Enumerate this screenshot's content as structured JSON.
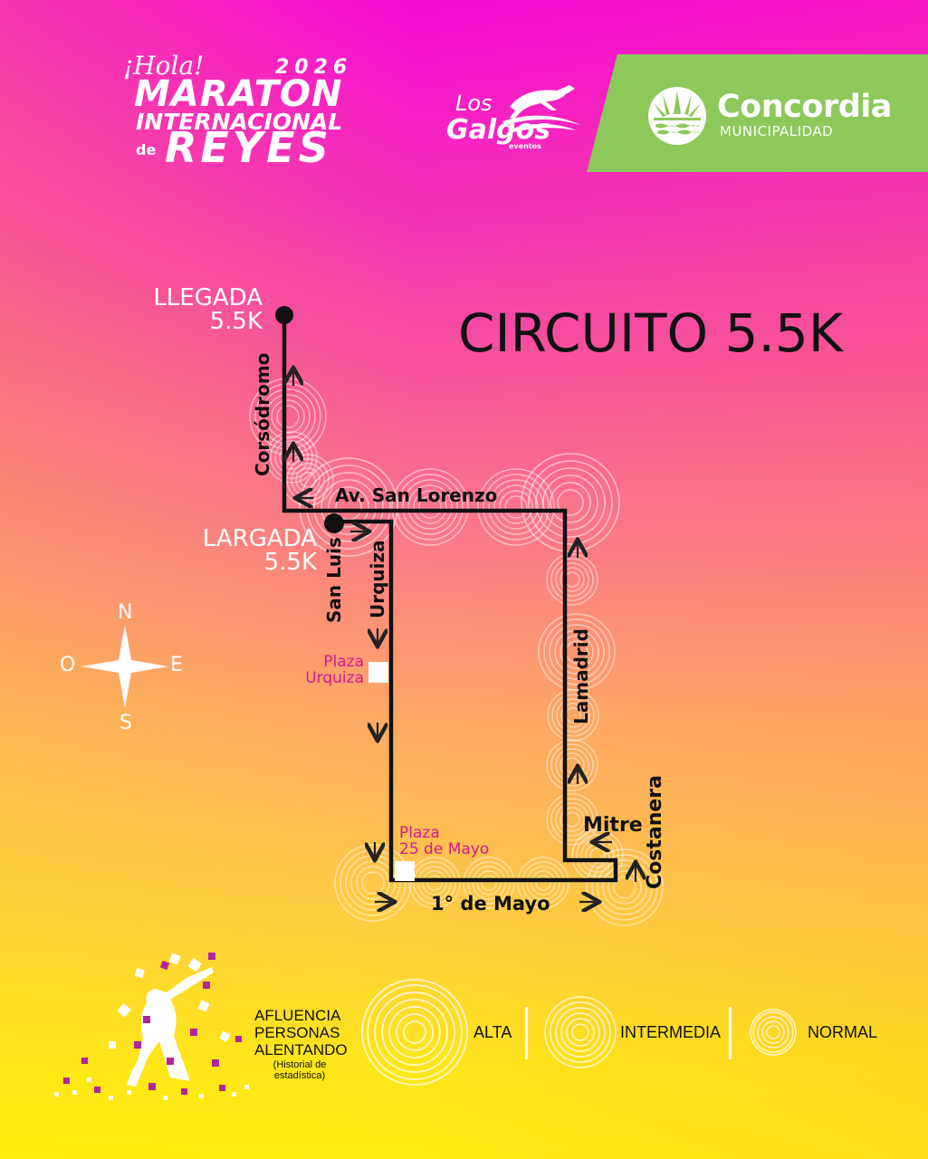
{
  "header": {
    "event_logo": {
      "greeting": "¡Hola!",
      "year": "2026",
      "line1": "MARATON",
      "line2": "INTERNACIONAL",
      "prefix": "de",
      "line3": "REYES"
    },
    "organizer_logo": {
      "line1": "Los",
      "line2": "Galgos",
      "sub": "eventos"
    },
    "sponsor_logo": {
      "name": "Concordia",
      "sub": "MUNICIPALIDAD",
      "bg_color": "#8cc85a"
    }
  },
  "map": {
    "title": "CIRCUITO 5.5K",
    "finish": {
      "label": "LLEGADA",
      "distance": "5.5K"
    },
    "start": {
      "label": "LARGADA",
      "distance": "5.5K"
    },
    "streets": {
      "corsodromo": "Corsódromo",
      "san_lorenzo": "Av. San Lorenzo",
      "san_luis": "San Luis",
      "urquiza": "Urquiza",
      "lamadrid": "Lamadrid",
      "mitre": "Mitre",
      "costanera": "Costanera",
      "primero_mayo": "1° de Mayo"
    },
    "landmarks": [
      {
        "line1": "Plaza",
        "line2": "Urquiza"
      },
      {
        "line1": "Plaza",
        "line2": "25 de Mayo"
      }
    ],
    "compass": {
      "n": "N",
      "s": "S",
      "e": "E",
      "o": "O"
    },
    "colors": {
      "route": "#111111",
      "landmark_text": "#d21a8e",
      "crowd_rings": "#ffffff"
    }
  },
  "legend": {
    "title_lines": [
      "AFLUENCIA",
      "PERSONAS",
      "ALENTANDO"
    ],
    "subtitle_lines": [
      "(Historial de",
      "estadística)"
    ],
    "levels": [
      {
        "label": "ALTA"
      },
      {
        "label": "INTERMEDIA"
      },
      {
        "label": "NORMAL"
      }
    ]
  }
}
